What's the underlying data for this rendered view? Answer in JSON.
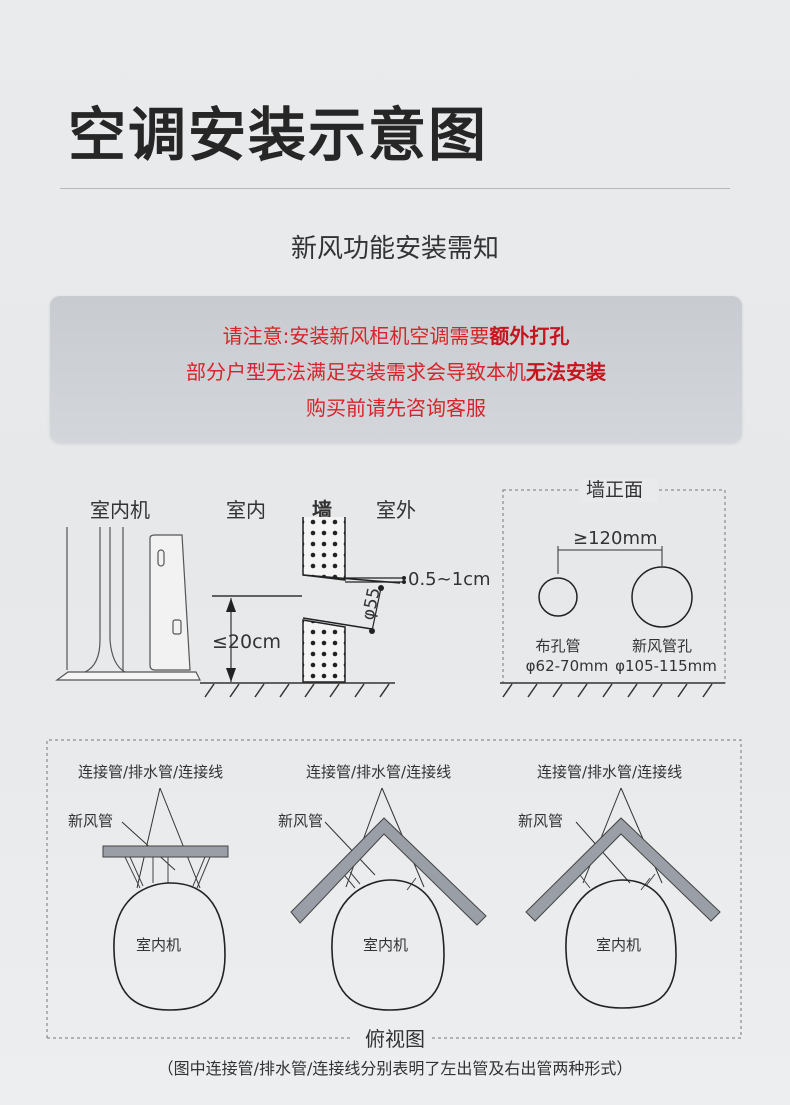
{
  "title": "空调安装示意图",
  "subtitle": "新风功能安装需知",
  "notice": {
    "line1_prefix": "请注意:安装新风柜机空调需要",
    "line1_bold": "额外打孔",
    "line2_prefix": "部分户型无法满足安装需求会导致本机",
    "line2_bold": "无法安装",
    "line3": "购买前请先咨询客服"
  },
  "side_view": {
    "indoor_unit": "室内机",
    "indoor": "室内",
    "wall": "墙",
    "outdoor": "室外",
    "slope": "0.5~1cm",
    "diameter": "φ55",
    "height_limit": "≤20cm"
  },
  "wall_front": {
    "title": "墙正面",
    "spacing": "≥120mm",
    "hole1_name": "布孔管",
    "hole1_size": "φ62-70mm",
    "hole2_name": "新风管孔",
    "hole2_size": "φ105-115mm"
  },
  "top_view": {
    "title": "俯视图",
    "pipes_label": "连接管/排水管/连接线",
    "fresh_air_label": "新风管",
    "unit_label": "室内机",
    "caption": "（图中连接管/排水管/连接线分别表明了左出管及右出管两种形式）"
  },
  "colors": {
    "accent_red": "#d9232a",
    "pipe_gray": "#9a9ea6"
  }
}
